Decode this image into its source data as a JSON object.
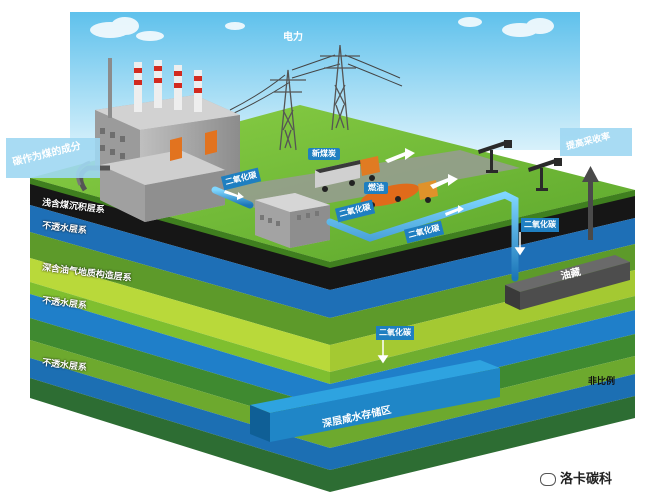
{
  "labels": {
    "electricity": "电力",
    "carbon_source": "碳作为煤的成分",
    "new_coal": "新煤炭",
    "fuel": "燃油",
    "shallow_coal": "浅含煤沉积层系",
    "impermeable_1": "不透水层系",
    "deep_oil_gas": "深含油气地质构造层系",
    "impermeable_2": "不透水层系",
    "impermeable_3": "不透水层系",
    "co2": "二氧化碳",
    "co2_2": "二氧化碳",
    "co2_3": "二氧化碳",
    "co2_4": "二氧化碳",
    "co2_5": "二氧化碳",
    "oil_storage": "油藏",
    "improve_recovery": "提高采收率",
    "saline_storage": "深层咸水存储区",
    "not_to_scale": "非比例",
    "watermark": "洛卡碳科"
  },
  "colors": {
    "sky": "#8fd3f0",
    "grass": "#7cc242",
    "co2_box": "#1f7fc1",
    "layer_blue": "#2b8fd6",
    "layer_green": "#6fae2f",
    "layer_yellowgreen": "#b6d42a",
    "layer_dark": "#1a1a1a"
  }
}
